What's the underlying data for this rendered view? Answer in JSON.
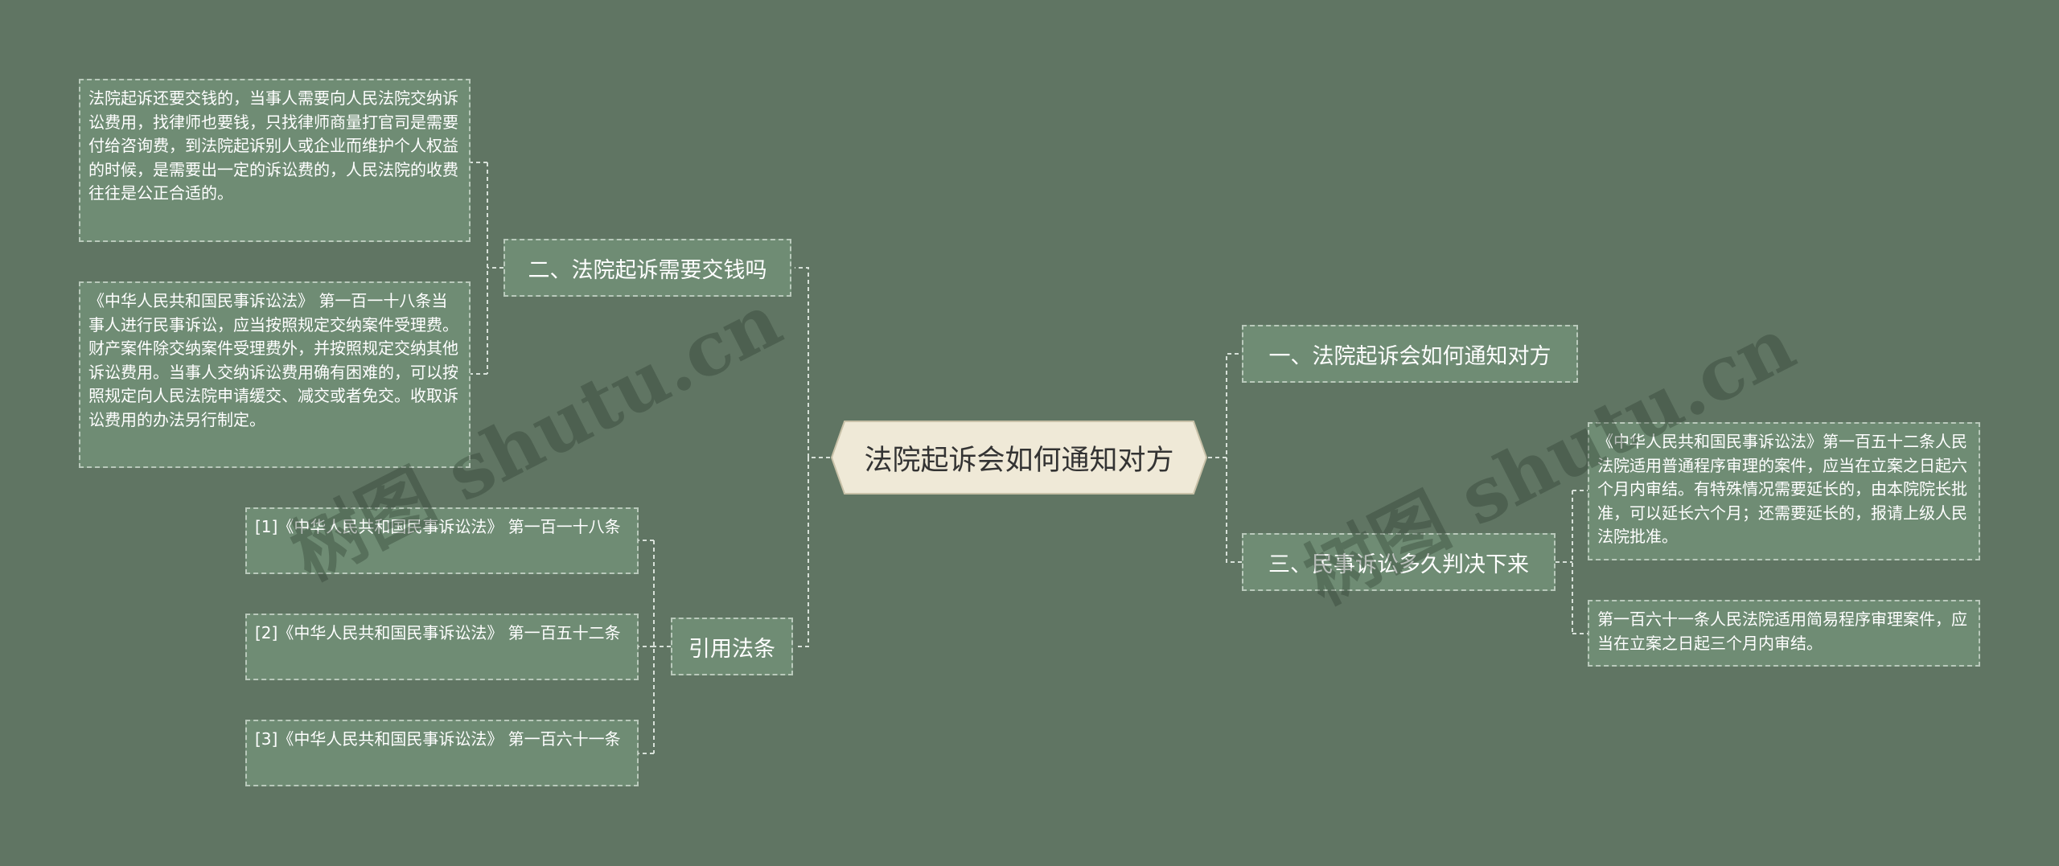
{
  "root": {
    "label": "法院起诉会如何通知对方"
  },
  "branches": {
    "b1": {
      "label": "一、法院起诉会如何通知对方"
    },
    "b2": {
      "label": "二、法院起诉需要交钱吗"
    },
    "b3": {
      "label": "三、民事诉讼多久判决下来"
    },
    "b4": {
      "label": "引用法条"
    }
  },
  "leaves": {
    "b2_1": "法院起诉还要交钱的，当事人需要向人民法院交纳诉讼费用，找律师也要钱，只找律师商量打官司是需要付给咨询费，到法院起诉别人或企业而维护个人权益的时候，是需要出一定的诉讼费的，人民法院的收费往往是公正合适的。",
    "b2_2": "《中华人民共和国民事诉讼法》 第一百一十八条当事人进行民事诉讼，应当按照规定交纳案件受理费。财产案件除交纳案件受理费外，并按照规定交纳其他诉讼费用。当事人交纳诉讼费用确有困难的，可以按照规定向人民法院申请缓交、减交或者免交。收取诉讼费用的办法另行制定。",
    "b3_1": "《中华人民共和国民事诉讼法》第一百五十二条人民法院适用普通程序审理的案件，应当在立案之日起六个月内审结。有特殊情况需要延长的，由本院院长批准，可以延长六个月；还需要延长的，报请上级人民法院批准。",
    "b3_2": "第一百六十一条人民法院适用简易程序审理案件，应当在立案之日起三个月内审结。",
    "b4_1": "[1]《中华人民共和国民事诉讼法》 第一百一十八条",
    "b4_2": "[2]《中华人民共和国民事诉讼法》 第一百五十二条",
    "b4_3": "[3]《中华人民共和国民事诉讼法》 第一百六十一条"
  },
  "watermark": "树图 shutu.cn",
  "colors": {
    "background": "#607563",
    "node_fill": "#6f8c74",
    "node_border": "#b9c9bb",
    "root_fill": "#efe9d7",
    "connector": "#d7e0d8"
  }
}
